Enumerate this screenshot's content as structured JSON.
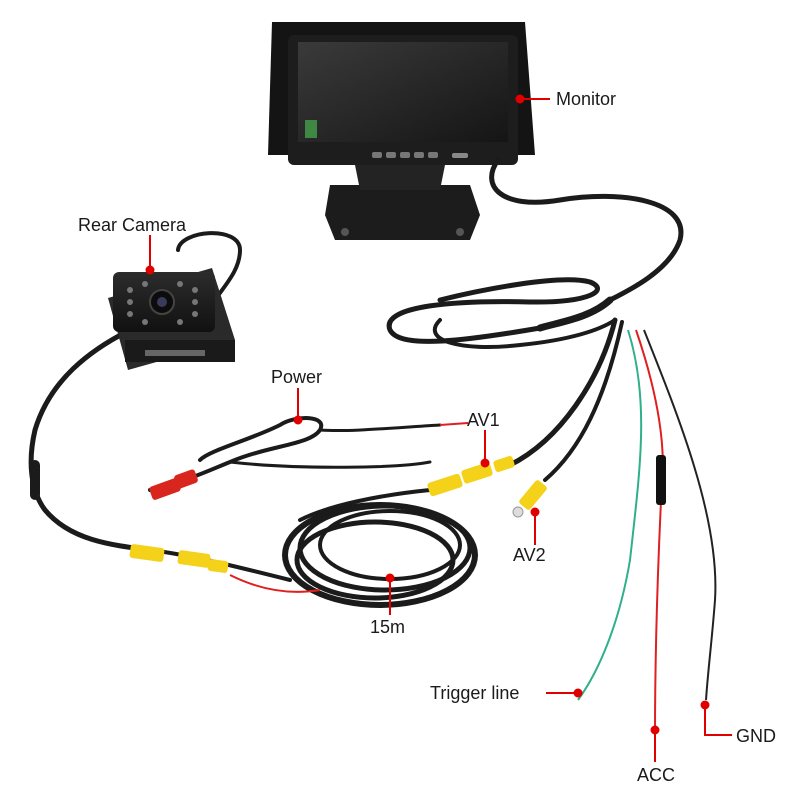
{
  "labels": {
    "monitor": "Monitor",
    "rear_camera": "Rear Camera",
    "power": "Power",
    "av1": "AV1",
    "av2": "AV2",
    "cable_length": "15m",
    "trigger_line": "Trigger line",
    "acc": "ACC",
    "gnd": "GND"
  },
  "colors": {
    "pointer": "#e00000",
    "cable": "#1b1b1b",
    "rca_yellow": "#f5d21a",
    "rca_red": "#d8261f",
    "trigger_wire": "#2fb08a",
    "acc_wire": "#e02020",
    "gnd_wire": "#222222"
  }
}
